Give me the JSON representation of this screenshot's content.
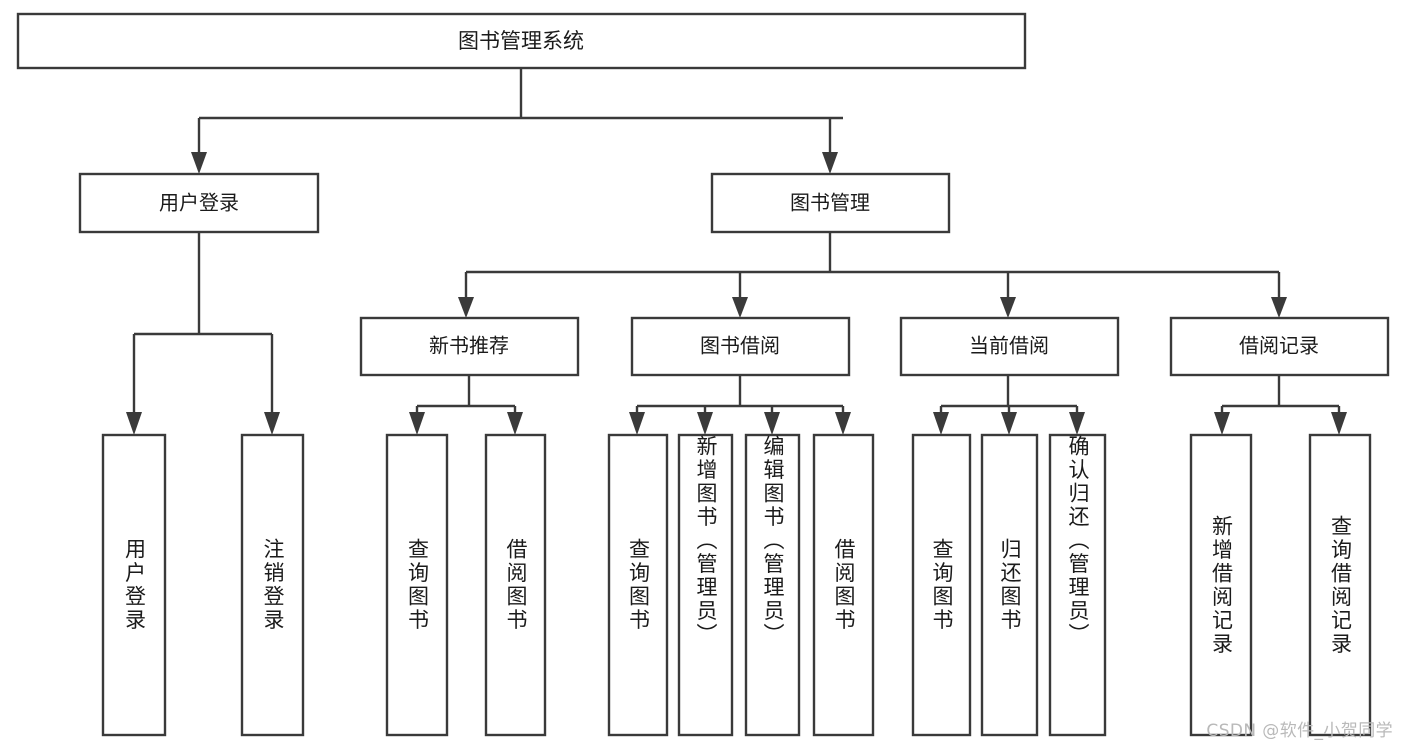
{
  "diagram": {
    "type": "tree-hierarchy",
    "title": "图书管理系统",
    "watermark": "CSDN @软件_小贺同学",
    "colors": {
      "box_fill": "#ffffff",
      "box_stroke": "#3a3a3a",
      "connector": "#3a3a3a",
      "text": "#1b1b1b",
      "background": "#ffffff",
      "watermark": "#b9b9b9"
    },
    "root": {
      "id": "root",
      "label": "图书管理系统"
    },
    "level2": [
      {
        "id": "user-login",
        "label": "用户登录"
      },
      {
        "id": "book-manage",
        "label": "图书管理"
      }
    ],
    "level3": [
      {
        "id": "new-book-recommend",
        "label": "新书推荐",
        "parent": "book-manage"
      },
      {
        "id": "book-borrow",
        "label": "图书借阅",
        "parent": "book-manage"
      },
      {
        "id": "current-borrow",
        "label": "当前借阅",
        "parent": "book-manage"
      },
      {
        "id": "borrow-record",
        "label": "借阅记录",
        "parent": "book-manage"
      }
    ],
    "leaves": {
      "user-login": [
        {
          "id": "leaf-user-login",
          "label": "用户登录"
        },
        {
          "id": "leaf-logout-login",
          "label": "注销登录"
        }
      ],
      "new-book-recommend": [
        {
          "id": "leaf-query-book-1",
          "label": "查询图书"
        },
        {
          "id": "leaf-borrow-book-1",
          "label": "借阅图书"
        }
      ],
      "book-borrow": [
        {
          "id": "leaf-query-book-2",
          "label": "查询图书"
        },
        {
          "id": "leaf-add-book",
          "label": "新增图书（管理员）"
        },
        {
          "id": "leaf-edit-book",
          "label": "编辑图书（管理员）"
        },
        {
          "id": "leaf-borrow-book-2",
          "label": "借阅图书"
        }
      ],
      "current-borrow": [
        {
          "id": "leaf-query-book-3",
          "label": "查询图书"
        },
        {
          "id": "leaf-return-book",
          "label": "归还图书"
        },
        {
          "id": "leaf-confirm-return",
          "label": "确认归还（管理员）"
        }
      ],
      "borrow-record": [
        {
          "id": "leaf-add-record",
          "label": "新增借阅记录"
        },
        {
          "id": "leaf-query-record",
          "label": "查询借阅记录"
        }
      ]
    }
  }
}
